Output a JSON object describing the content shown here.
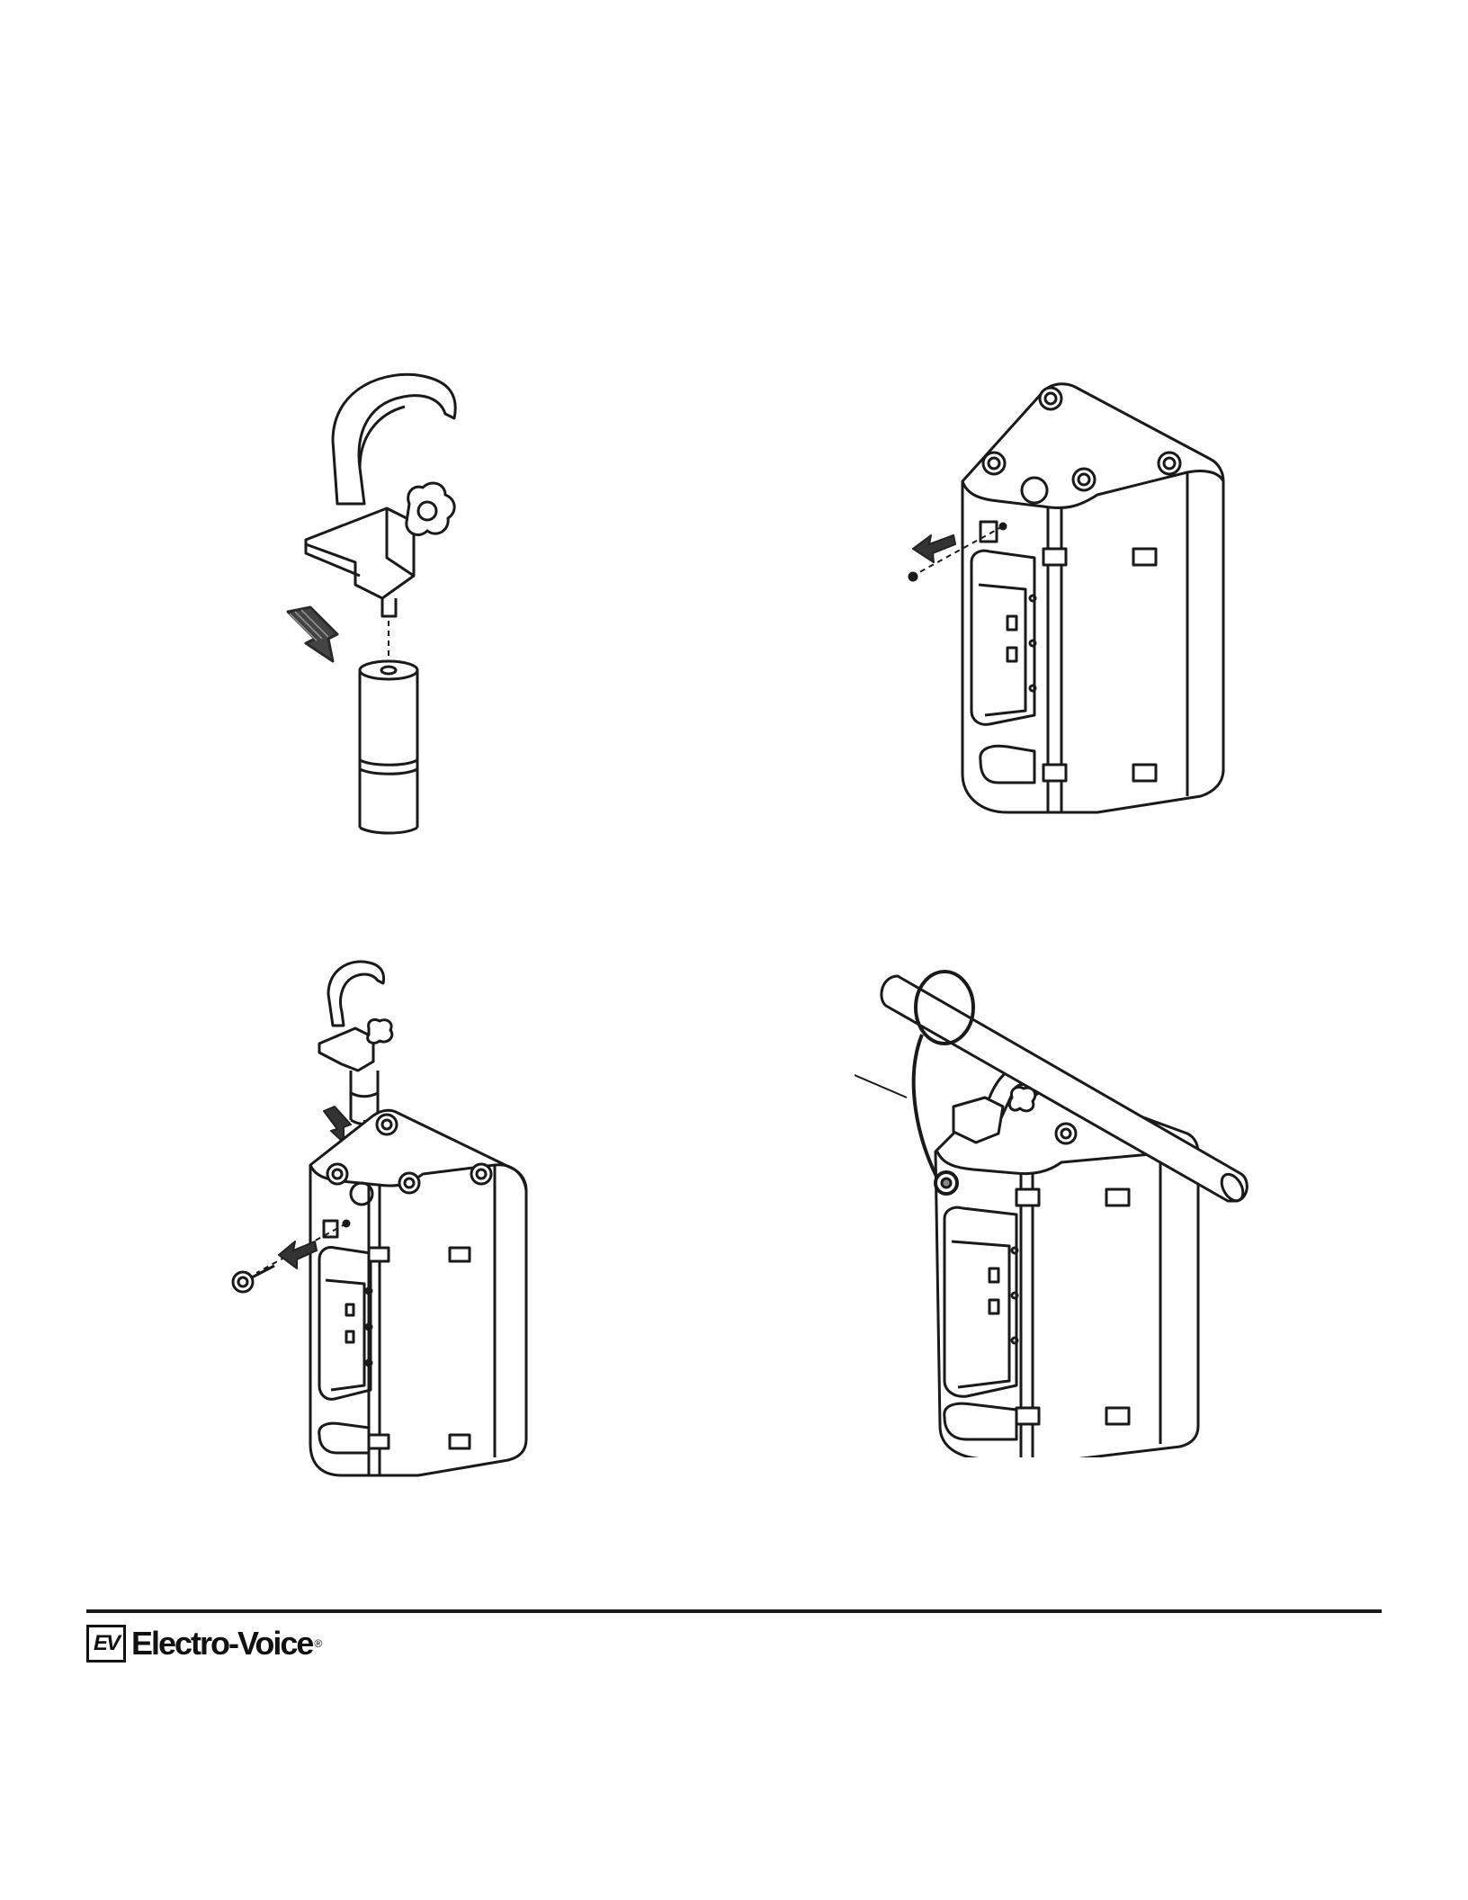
{
  "footer": {
    "logo_mark": "EV",
    "logo_text": "Electro-Voice",
    "logo_reg": "®"
  },
  "colors": {
    "line": "#1a1a1a",
    "fill": "#ffffff",
    "arrow": "#2a2a2a"
  },
  "illustrations": [
    {
      "id": "clamp-on-spigot",
      "icons": [
        "clamp-icon",
        "down-arrow-icon",
        "spigot-icon"
      ]
    },
    {
      "id": "remove-screw",
      "icons": [
        "speaker-icon",
        "left-arrow-icon",
        "screw-icon"
      ]
    },
    {
      "id": "attach-clamp-and-eyebolt",
      "icons": [
        "clamp-icon",
        "speaker-icon",
        "eyebolt-icon"
      ]
    },
    {
      "id": "hang-with-safety-cable",
      "icons": [
        "pipe-icon",
        "safety-cable-icon",
        "speaker-icon"
      ]
    }
  ]
}
